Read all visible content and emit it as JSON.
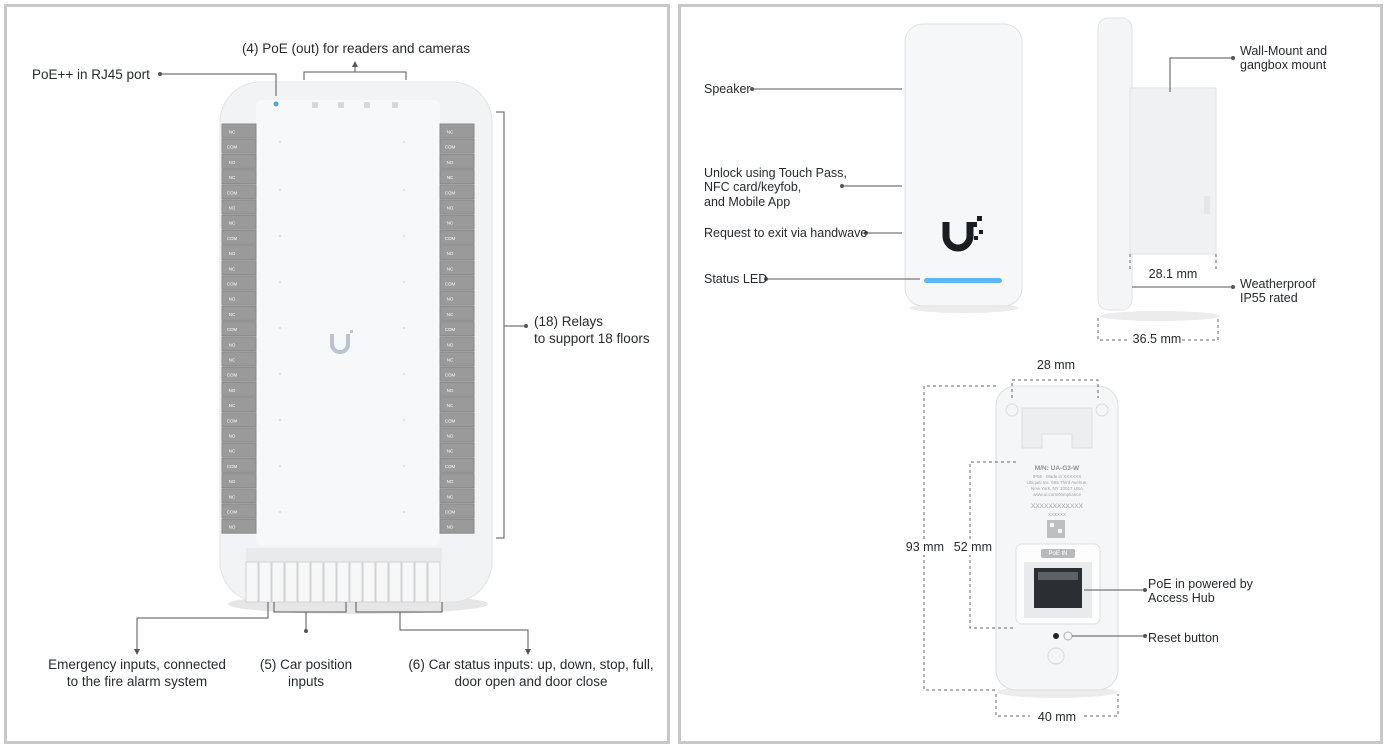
{
  "colors": {
    "panel_border": "#c8c8c8",
    "device_body": "#f1f2f3",
    "terminal_gray": "#9a9a9a",
    "status_led": "#5ab8f0",
    "logo": "#1a1d21"
  },
  "icons": [
    "ubiquiti-logo-icon",
    "rj45-port-icon",
    "qr-code-icon",
    "reset-button-icon"
  ],
  "left_panel": {
    "callouts": {
      "poe_out": "(4) PoE (out) for readers and cameras",
      "poe_in": "PoE++ in RJ45 port",
      "relays_line1": "(18) Relays",
      "relays_line2": "to support 18 floors",
      "emergency_line1": "Emergency inputs, connected",
      "emergency_line2": "to the fire alarm system",
      "car_position_line1": "(5) Car position",
      "car_position_line2": "inputs",
      "car_status_line1": "(6) Car status inputs: up, down, stop, full,",
      "car_status_line2": "door open and door close"
    },
    "terminal_left": [
      "NC",
      "COM",
      "NO",
      "NC",
      "COM",
      "NO",
      "NC",
      "COM",
      "NO",
      "NC",
      "COM",
      "NO",
      "NC",
      "COM",
      "NO",
      "NC",
      "COM",
      "NO",
      "NC",
      "COM",
      "NO",
      "NC",
      "COM",
      "NO",
      "NC",
      "COM",
      "NO"
    ],
    "terminal_right": [
      "NC",
      "COM",
      "NO",
      "NC",
      "COM",
      "NO",
      "NC",
      "COM",
      "NO",
      "NC",
      "COM",
      "NO",
      "NC",
      "COM",
      "NO",
      "NC",
      "COM",
      "NO",
      "NC",
      "COM",
      "NO",
      "NC",
      "COM",
      "NO",
      "NC",
      "COM",
      "NO"
    ]
  },
  "right_panel": {
    "front_callouts": {
      "speaker": "Speaker",
      "unlock_line1": "Unlock using Touch Pass,",
      "unlock_line2": "NFC card/keyfob,",
      "unlock_line3": "and Mobile App",
      "request_exit": "Request to exit via handwave",
      "status_led": "Status LED"
    },
    "side_callouts": {
      "mount_line1": "Wall-Mount and",
      "mount_line2": "gangbox mount",
      "weather_line1": "Weatherproof",
      "weather_line2": "IP55 rated",
      "depth_inner": "28.1 mm",
      "depth_outer": "36.5 mm"
    },
    "back": {
      "width_top": "28 mm",
      "height_total": "93 mm",
      "height_inner": "52 mm",
      "width_bottom": "40 mm",
      "poe_in_callout_line1": "PoE in powered by",
      "poe_in_callout_line2": "Access Hub",
      "reset": "Reset button",
      "model": "M/N: UA-G3-W",
      "label_line1": "IP55 · Made in XXXXXX",
      "label_line2": "Ubiquiti Inc. 685 Third Avenue,",
      "label_line3": "New York, NY 10017 USA",
      "label_line4": "www.ui.com/compliance",
      "serial": "XXXXXXXXXXXX",
      "serial_short": "XXXXXX",
      "port_tag": "PoE IN"
    }
  }
}
